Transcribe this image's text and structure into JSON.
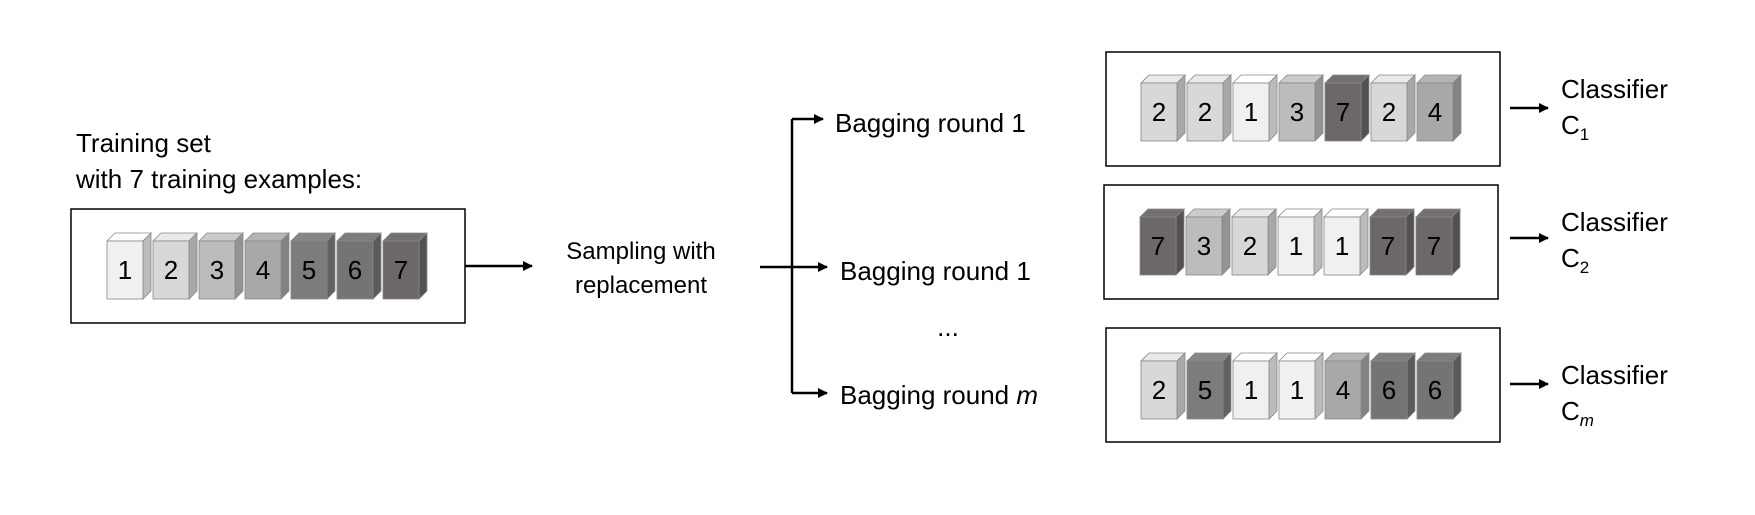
{
  "colors": {
    "1": "#f0f0f0",
    "2": "#d8d8d8",
    "3": "#bcbcbc",
    "4": "#a8a8a8",
    "5": "#7c7c7c",
    "6": "#747474",
    "7": "#6c6868"
  },
  "training": {
    "title_line1": "Training set",
    "title_line2": "with 7 training examples:",
    "items": [
      1,
      2,
      3,
      4,
      5,
      6,
      7
    ]
  },
  "sampling": {
    "line1": "Sampling with",
    "line2": "replacement"
  },
  "ellipsis": "...",
  "rounds": [
    {
      "label": "Bagging round",
      "index": "1",
      "italic": false,
      "items": [
        2,
        2,
        1,
        3,
        7,
        2,
        4
      ],
      "classifier": "Classifier",
      "c_letter": "C",
      "c_sub": "1",
      "c_sub_italic": false
    },
    {
      "label": "Bagging round",
      "index": "1",
      "italic": false,
      "items": [
        7,
        3,
        2,
        1,
        1,
        7,
        7
      ],
      "classifier": "Classifier",
      "c_letter": "C",
      "c_sub": "2",
      "c_sub_italic": false
    },
    {
      "label": "Bagging round",
      "index": "m",
      "italic": true,
      "items": [
        2,
        5,
        1,
        1,
        4,
        6,
        6
      ],
      "classifier": "Classifier",
      "c_letter": "C",
      "c_sub": "m",
      "c_sub_italic": true
    }
  ]
}
